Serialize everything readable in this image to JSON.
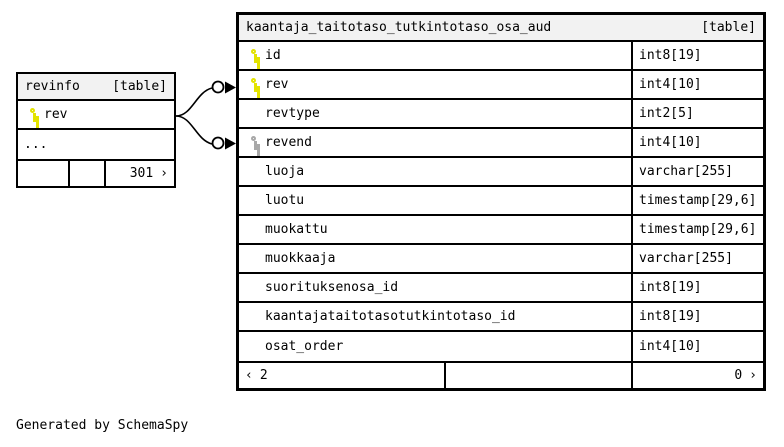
{
  "diagram": {
    "generator_note": "Generated by SchemaSpy"
  },
  "main_table": {
    "name": "kaantaja_taitotaso_tutkintotaso_osa_aud",
    "kind": "[table]",
    "columns": [
      {
        "key": "primary",
        "key_icon": "key-icon",
        "name": "id",
        "type": "int8[19]"
      },
      {
        "key": "primary",
        "key_icon": "key-icon",
        "name": "rev",
        "type": "int4[10]"
      },
      {
        "key": "none",
        "key_icon": "",
        "name": "revtype",
        "type": "int2[5]"
      },
      {
        "key": "foreign",
        "key_icon": "key-icon",
        "name": "revend",
        "type": "int4[10]"
      },
      {
        "key": "none",
        "key_icon": "",
        "name": "luoja",
        "type": "varchar[255]"
      },
      {
        "key": "none",
        "key_icon": "",
        "name": "luotu",
        "type": "timestamp[29,6]"
      },
      {
        "key": "none",
        "key_icon": "",
        "name": "muokattu",
        "type": "timestamp[29,6]"
      },
      {
        "key": "none",
        "key_icon": "",
        "name": "muokkaaja",
        "type": "varchar[255]"
      },
      {
        "key": "none",
        "key_icon": "",
        "name": "suorituksenosa_id",
        "type": "int8[19]"
      },
      {
        "key": "none",
        "key_icon": "",
        "name": "kaantajataitotasotutkintotaso_id",
        "type": "int8[19]"
      },
      {
        "key": "none",
        "key_icon": "",
        "name": "osat_order",
        "type": "int4[10]"
      }
    ],
    "footer": {
      "left_chevron": "‹",
      "left_count": "2",
      "middle": "",
      "right_count": "0",
      "right_chevron": "›"
    }
  },
  "small_table": {
    "name": "revinfo",
    "kind": "[table]",
    "columns": [
      {
        "key": "primary",
        "key_icon": "key-icon",
        "name": "rev"
      },
      {
        "key": "none",
        "key_icon": "",
        "name": "..."
      }
    ],
    "footer": {
      "cell_a": "",
      "cell_b": "",
      "right_count": "301",
      "right_chevron": "›"
    }
  },
  "relationships": [
    {
      "from": "revinfo.rev",
      "to": "kaantaja_taitotaso_tutkintotaso_osa_aud.rev",
      "marker": "circle-arrow"
    },
    {
      "from": "revinfo.rev",
      "to": "kaantaja_taitotaso_tutkintotaso_osa_aud.revend",
      "marker": "circle-arrow"
    }
  ],
  "colors": {
    "primary_key": "#e3e300",
    "foreign_key": "#a8a8a8",
    "header_band": "#f2f2f2",
    "border": "#000000",
    "background": "#ffffff"
  }
}
